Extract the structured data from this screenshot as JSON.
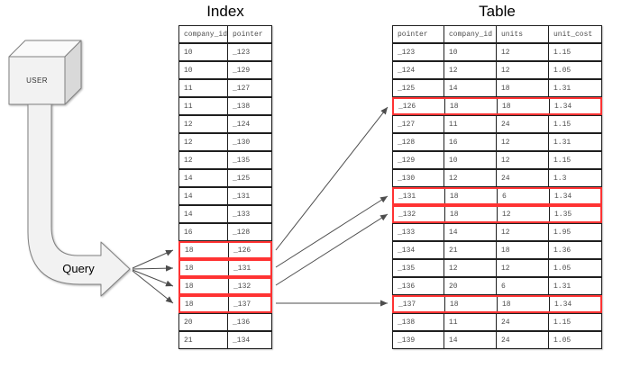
{
  "user_label": "USER",
  "query_label": "Query",
  "colors": {
    "highlight_red": "#ff3333",
    "row_border": "#1f1f1f",
    "cell_text": "#4d4d4d",
    "arrow": "#4d4d4d",
    "shape_stroke": "#808080",
    "shape_fill": "#f2f2f2",
    "cube_side_fill": "#d9d9d9",
    "cube_top_fill": "#fafafa",
    "title_text": "#000000"
  },
  "index_table": {
    "title": "Index",
    "headers": [
      "company_id",
      "pointer"
    ],
    "rows": [
      [
        "10",
        "_123"
      ],
      [
        "10",
        "_129"
      ],
      [
        "11",
        "_127"
      ],
      [
        "11",
        "_138"
      ],
      [
        "12",
        "_124"
      ],
      [
        "12",
        "_130"
      ],
      [
        "12",
        "_135"
      ],
      [
        "14",
        "_125"
      ],
      [
        "14",
        "_131"
      ],
      [
        "14",
        "_133"
      ],
      [
        "16",
        "_128"
      ],
      [
        "18",
        "_126"
      ],
      [
        "18",
        "_131"
      ],
      [
        "18",
        "_132"
      ],
      [
        "18",
        "_137"
      ],
      [
        "20",
        "_136"
      ],
      [
        "21",
        "_134"
      ]
    ],
    "highlighted_rows": [
      11,
      12,
      13,
      14
    ]
  },
  "main_table": {
    "title": "Table",
    "headers": [
      "pointer",
      "company_id",
      "units",
      "unit_cost"
    ],
    "rows": [
      [
        "_123",
        "10",
        "12",
        "1.15"
      ],
      [
        "_124",
        "12",
        "12",
        "1.05"
      ],
      [
        "_125",
        "14",
        "18",
        "1.31"
      ],
      [
        "_126",
        "18",
        "18",
        "1.34"
      ],
      [
        "_127",
        "11",
        "24",
        "1.15"
      ],
      [
        "_128",
        "16",
        "12",
        "1.31"
      ],
      [
        "_129",
        "10",
        "12",
        "1.15"
      ],
      [
        "_130",
        "12",
        "24",
        "1.3"
      ],
      [
        "_131",
        "18",
        "6",
        "1.34"
      ],
      [
        "_132",
        "18",
        "12",
        "1.35"
      ],
      [
        "_133",
        "14",
        "12",
        "1.95"
      ],
      [
        "_134",
        "21",
        "18",
        "1.36"
      ],
      [
        "_135",
        "12",
        "12",
        "1.05"
      ],
      [
        "_136",
        "20",
        "6",
        "1.31"
      ],
      [
        "_137",
        "18",
        "18",
        "1.34"
      ],
      [
        "_138",
        "11",
        "24",
        "1.15"
      ],
      [
        "_139",
        "14",
        "24",
        "1.05"
      ]
    ],
    "highlighted_rows": [
      3,
      8,
      9,
      14
    ]
  }
}
